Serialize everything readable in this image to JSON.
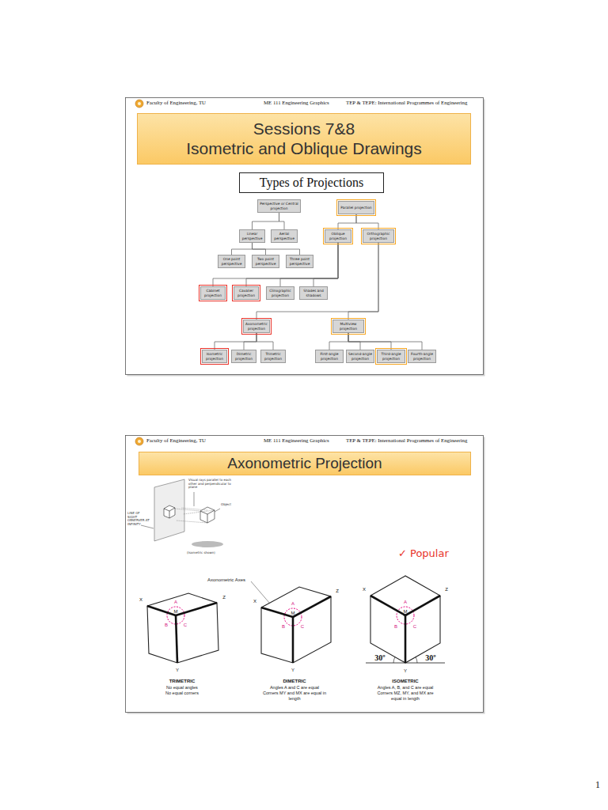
{
  "diagram": {
    "nodes": [
      {
        "text": [
          "Sessions 7&8",
          "Isometric and Oblique Drawings"
        ]
      },
      {
        "text": [
          "Types of Projections"
        ]
      },
      {
        "text": [
          "Perspective or Central projection"
        ]
      },
      {
        "text": [
          "Parallel projection"
        ]
      },
      {
        "text": [
          "Linear perspective"
        ]
      },
      {
        "text": [
          "Aerial perspective"
        ]
      },
      {
        "text": [
          "Oblique projection"
        ]
      },
      {
        "text": [
          "Orthographic projection"
        ]
      },
      {
        "text": [
          "One point perspective"
        ]
      },
      {
        "text": [
          "Two point perspective"
        ]
      },
      {
        "text": [
          "Three point perspective"
        ]
      },
      {
        "text": [
          "Cabinet projection"
        ]
      },
      {
        "text": [
          "Cavalier projection"
        ]
      },
      {
        "text": [
          "Clinographic projection"
        ]
      },
      {
        "text": [
          "Shades and shadows"
        ]
      },
      {
        "text": [
          "Axonometric projection"
        ]
      },
      {
        "text": [
          "Multiview projection"
        ]
      },
      {
        "text": [
          "Isometric projection"
        ]
      },
      {
        "text": [
          "Dimetric projection"
        ]
      },
      {
        "text": [
          "Trimetric projection"
        ]
      },
      {
        "text": [
          "First-angle projection"
        ]
      },
      {
        "text": [
          "Second-angle projection"
        ]
      },
      {
        "text": [
          "Third-angle projection"
        ]
      },
      {
        "text": [
          "Fourth-angle projection"
        ]
      },
      {
        "text": [
          "Axonometric Projection"
        ]
      }
    ],
    "edges": [
      {
        "from": 2,
        "to": 4,
        "arrow": "none"
      },
      {
        "from": 2,
        "to": 5,
        "arrow": "none"
      },
      {
        "from": 3,
        "to": 6,
        "arrow": "none"
      },
      {
        "from": 3,
        "to": 7,
        "arrow": "none"
      },
      {
        "from": 4,
        "to": 8,
        "arrow": "none"
      },
      {
        "from": 4,
        "to": 9,
        "arrow": "none"
      },
      {
        "from": 4,
        "to": 10,
        "arrow": "none"
      },
      {
        "from": 6,
        "to": 11,
        "arrow": "none"
      },
      {
        "from": 6,
        "to": 12,
        "arrow": "none"
      },
      {
        "from": 6,
        "to": 13,
        "arrow": "none"
      },
      {
        "from": 6,
        "to": 14,
        "arrow": "none"
      },
      {
        "from": 7,
        "to": 15,
        "arrow": "none"
      },
      {
        "from": 7,
        "to": 16,
        "arrow": "none"
      },
      {
        "from": 15,
        "to": 17,
        "arrow": "none"
      },
      {
        "from": 15,
        "to": 18,
        "arrow": "none"
      },
      {
        "from": 15,
        "to": 19,
        "arrow": "none"
      },
      {
        "from": 16,
        "to": 20,
        "arrow": "none"
      },
      {
        "from": 16,
        "to": 21,
        "arrow": "none"
      },
      {
        "from": 16,
        "to": 22,
        "arrow": "none"
      },
      {
        "from": 16,
        "to": 23,
        "arrow": "none"
      }
    ],
    "labels": [
      "Faculty of Engineering, TU",
      "ME 111 Engineering Graphics",
      "TEP & TEPE: International Programmes of Engineering",
      "Faculty of Engineering, TU",
      "ME 111 Engineering Graphics",
      "TEP & TEPE: International Programmes of Engineering",
      "Visual rays parallel to each other and perpendicular to plane",
      "Object",
      "LINE OF SIGHT OBSERVER AT INFINITY",
      "(Isometric shown)",
      "✓ Popular",
      "Axonometric Axes",
      "X",
      "Z",
      "M",
      "A",
      "B",
      "C",
      "Y",
      "X",
      "Z",
      "M",
      "A",
      "B",
      "C",
      "Y",
      "X",
      "Z",
      "M",
      "A",
      "B",
      "C",
      "30º",
      "30º",
      "Y",
      "TRIMETRIC",
      "No equal angles",
      "No equal corners",
      "DIMETRIC",
      "Angles A and C are equal",
      "Corners MY and MX are equal in length",
      "ISOMETRIC",
      "Angles A, B, and C are equal",
      "Corners MZ, MY, and MX are equal in length",
      "1"
    ]
  }
}
